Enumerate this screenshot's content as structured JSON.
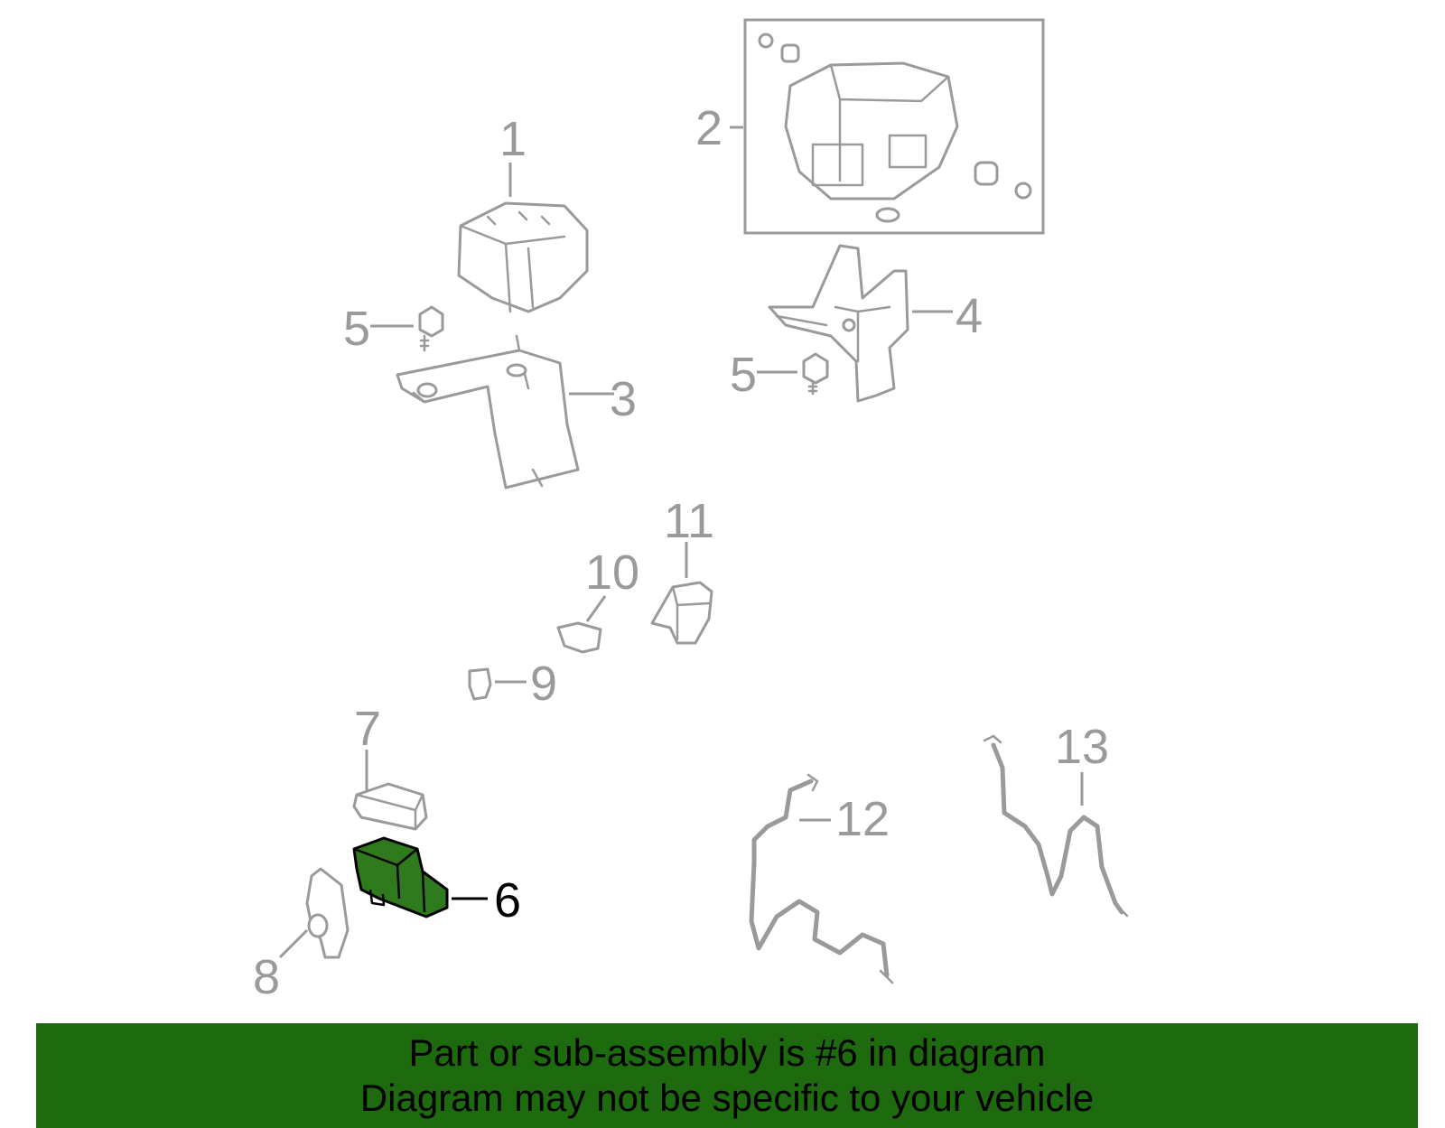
{
  "diagram": {
    "callouts": {
      "c1": "1",
      "c2": "2",
      "c3": "3",
      "c4": "4",
      "c5a": "5",
      "c5b": "5",
      "c6": "6",
      "c7": "7",
      "c8": "8",
      "c9": "9",
      "c10": "10",
      "c11": "11",
      "c12": "12",
      "c13": "13"
    },
    "highlighted_part": "6",
    "colors": {
      "highlight_fill": "#2f7a1c",
      "part_outline": "#9a9a9a",
      "banner": "#1e6b0f"
    }
  },
  "banner": {
    "line1": "Part or sub-assembly is #6 in diagram",
    "line2": "Diagram may not be specific to your vehicle"
  }
}
